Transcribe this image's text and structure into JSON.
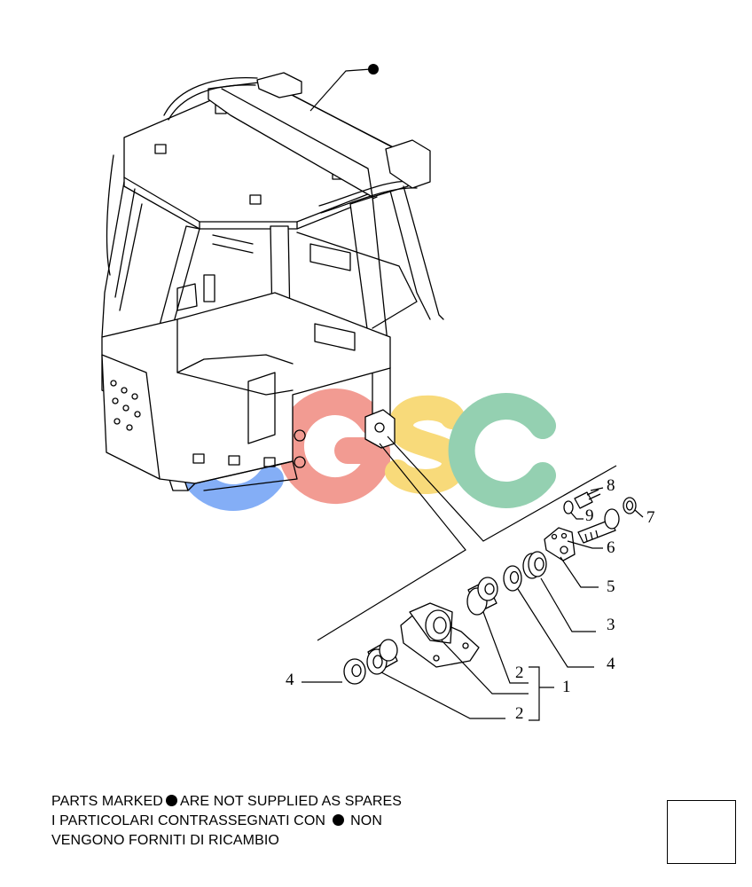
{
  "diagram": {
    "top_marker": "●",
    "callouts": [
      {
        "id": "c8",
        "text": "8"
      },
      {
        "id": "c9",
        "text": "9"
      },
      {
        "id": "c7",
        "text": "7"
      },
      {
        "id": "c6",
        "text": "6"
      },
      {
        "id": "c5",
        "text": "5"
      },
      {
        "id": "c3",
        "text": "3"
      },
      {
        "id": "c4r",
        "text": "4"
      },
      {
        "id": "c2a",
        "text": "2"
      },
      {
        "id": "c1",
        "text": "1"
      },
      {
        "id": "c4l",
        "text": "4"
      },
      {
        "id": "c2b",
        "text": "2"
      }
    ],
    "watermark": {
      "letters": [
        "C",
        "G",
        "S",
        "C"
      ],
      "colors": [
        "#6fa0f5",
        "#f08a80",
        "#f7d463",
        "#82c8a4"
      ]
    }
  },
  "notes": {
    "line1_a": "PARTS MARKED",
    "line1_b": "ARE NOT SUPPLIED AS SPARES",
    "line2_a": "I  PARTICOLARI  CONTRASSEGNATI  CON",
    "line2_b": "NON",
    "line3": "VENGONO FORNITI DI RICAMBIO"
  },
  "navigation": {
    "icon": "next-page-arrow-icon"
  }
}
